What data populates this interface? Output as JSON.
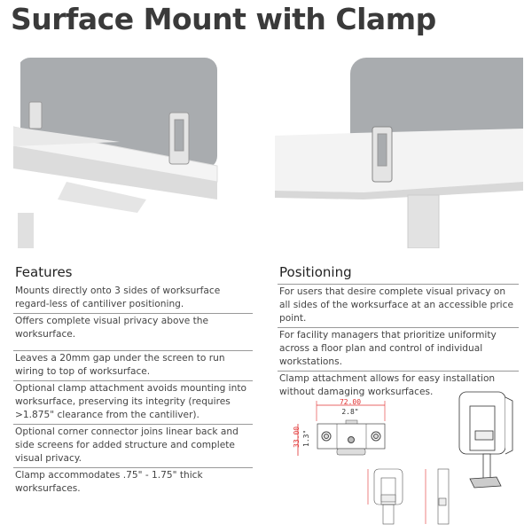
{
  "title": "Surface Mount with Clamp",
  "features": {
    "heading": "Features",
    "items": [
      "Mounts directly onto 3 sides of worksurface regard-less of cantiliver positioning.",
      "Offers complete visual privacy above the worksurface.",
      "Leaves a 20mm gap under the screen to run wiring to top of worksurface.",
      "Optional clamp attachment avoids mounting into worksurface, preserving its integrity (requires >1.875\" clearance from the cantiliver).",
      "Optional corner connector joins linear back and side screens for added structure and complete visual privacy.",
      "Clamp accommodates .75\" - 1.75\" thick worksurfaces."
    ]
  },
  "positioning": {
    "heading": "Positioning",
    "items": [
      "For users that desire complete visual privacy on all sides of the worksurface at an accessible price point.",
      "For facility managers that prioritize uniformity across a floor plan and control of individual workstations.",
      "Clamp attachment allows for easy installation without damaging worksurfaces."
    ]
  },
  "drawing": {
    "width_mm": "72.00",
    "width_in": "2.8\"",
    "height_mm": "33.00",
    "height_in": "1.3\""
  },
  "colors": {
    "panel": "#a9acaf",
    "dim_red": "#e03030"
  }
}
